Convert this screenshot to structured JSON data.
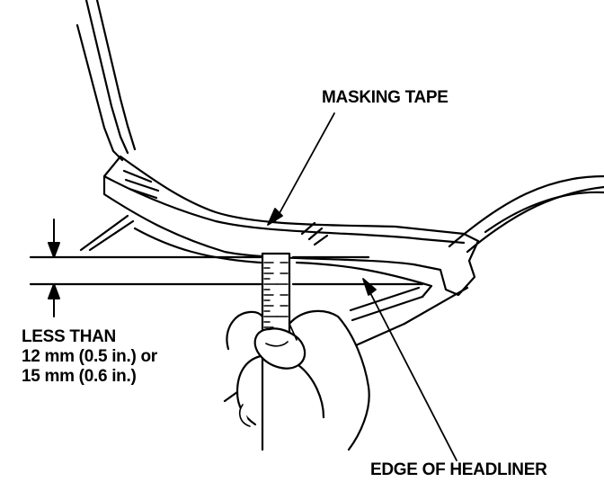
{
  "labels": {
    "masking_tape": "MASKING TAPE",
    "edge_of_headliner": "EDGE OF HEADLINER",
    "less_than": [
      "LESS THAN",
      "12 mm (0.5 in.) or",
      "15 mm (0.6 in.)"
    ]
  },
  "colors": {
    "line": "#000000",
    "background": "#ffffff"
  }
}
